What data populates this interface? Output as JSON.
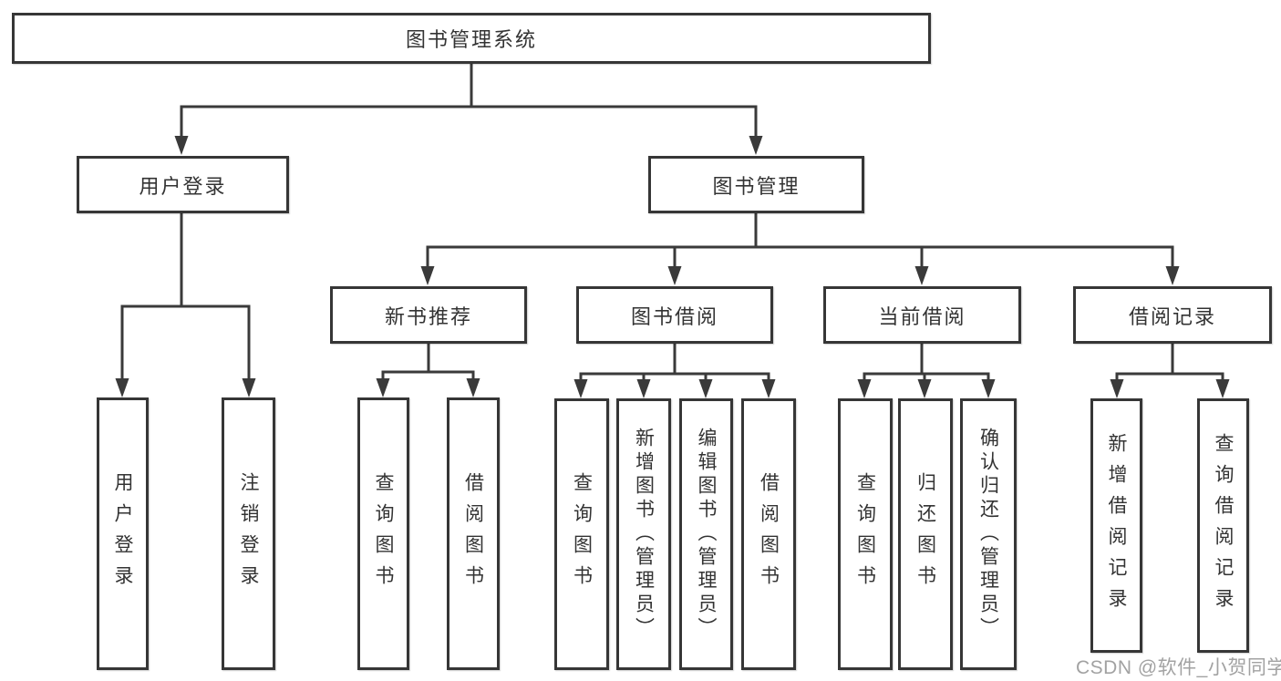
{
  "diagram": {
    "root": {
      "label": "图书管理系统"
    },
    "level2": [
      {
        "label": "用户登录"
      },
      {
        "label": "图书管理"
      }
    ],
    "level3": [
      {
        "label": "新书推荐"
      },
      {
        "label": "图书借阅"
      },
      {
        "label": "当前借阅"
      },
      {
        "label": "借阅记录"
      }
    ],
    "leaves": [
      {
        "label": "用户登录"
      },
      {
        "label": "注销登录"
      },
      {
        "label": "查询图书"
      },
      {
        "label": "借阅图书"
      },
      {
        "label": "查询图书"
      },
      {
        "label": "新增图书（管理员）"
      },
      {
        "label": "编辑图书（管理员）"
      },
      {
        "label": "借阅图书"
      },
      {
        "label": "查询图书"
      },
      {
        "label": "归还图书"
      },
      {
        "label": "确认归还（管理员）"
      },
      {
        "label": "新增借阅记录"
      },
      {
        "label": "查询借阅记录"
      }
    ]
  },
  "watermark": {
    "text": "CSDN @软件_小贺同学"
  },
  "colors": {
    "line": "#3a3a3a",
    "border": "#363636",
    "text": "#333333",
    "watermark": "#a2a2a2",
    "background": "#ffffff"
  }
}
